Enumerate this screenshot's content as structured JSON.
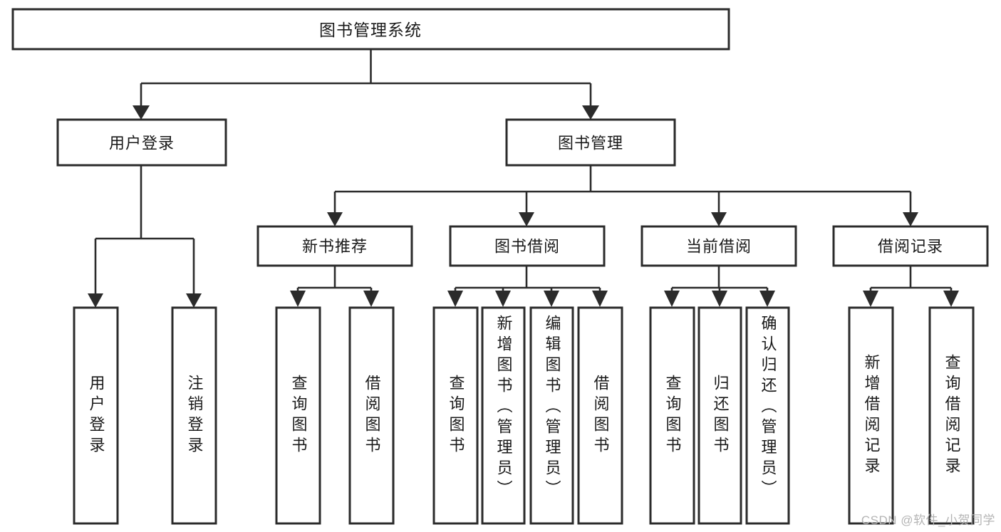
{
  "diagram": {
    "title": "图书管理系统",
    "type": "tree",
    "orientation": "top-down",
    "colors": {
      "box_fill": "#ffffff",
      "box_stroke": "#2b2b2b",
      "text": "#1a1a1a",
      "watermark": "#b4b4b4"
    },
    "levels": {
      "level1": [
        "图书管理系统"
      ],
      "level2": [
        "用户登录",
        "图书管理"
      ],
      "level3": [
        "新书推荐",
        "图书借阅",
        "当前借阅",
        "借阅记录"
      ],
      "level4": [
        "用户登录",
        "注销登录",
        "查询图书",
        "借阅图书",
        "查询图书",
        "新增图书（管理员）",
        "编辑图书（管理员）",
        "借阅图书",
        "查询图书",
        "归还图书",
        "确认归还（管理员）",
        "新增借阅记录",
        "查询借阅记录"
      ]
    },
    "nodes": {
      "root": {
        "label": "图书管理系统"
      },
      "user_login": {
        "label": "用户登录"
      },
      "book_manage": {
        "label": "图书管理"
      },
      "new_book_rec": {
        "label": "新书推荐"
      },
      "book_borrow": {
        "label": "图书借阅"
      },
      "current_borrow": {
        "label": "当前借阅"
      },
      "borrow_record": {
        "label": "借阅记录"
      },
      "leaf_user_login": {
        "label": "用户登录"
      },
      "leaf_logout": {
        "label": "注销登录"
      },
      "leaf_query_book_1": {
        "label": "查询图书"
      },
      "leaf_borrow_book_1": {
        "label": "借阅图书"
      },
      "leaf_query_book_2": {
        "label": "查询图书"
      },
      "leaf_add_book": {
        "label": "新增图书（管理员）"
      },
      "leaf_edit_book": {
        "label": "编辑图书（管理员）"
      },
      "leaf_borrow_book_2": {
        "label": "借阅图书"
      },
      "leaf_query_book_3": {
        "label": "查询图书"
      },
      "leaf_return_book": {
        "label": "归还图书"
      },
      "leaf_confirm_return": {
        "label": "确认归还（管理员）"
      },
      "leaf_add_record": {
        "label": "新增借阅记录"
      },
      "leaf_query_record": {
        "label": "查询借阅记录"
      }
    },
    "edges": [
      {
        "from": "root",
        "to": "user_login"
      },
      {
        "from": "root",
        "to": "book_manage"
      },
      {
        "from": "user_login",
        "to": "leaf_user_login"
      },
      {
        "from": "user_login",
        "to": "leaf_logout"
      },
      {
        "from": "book_manage",
        "to": "new_book_rec"
      },
      {
        "from": "book_manage",
        "to": "book_borrow"
      },
      {
        "from": "book_manage",
        "to": "current_borrow"
      },
      {
        "from": "book_manage",
        "to": "borrow_record"
      },
      {
        "from": "new_book_rec",
        "to": "leaf_query_book_1"
      },
      {
        "from": "new_book_rec",
        "to": "leaf_borrow_book_1"
      },
      {
        "from": "book_borrow",
        "to": "leaf_query_book_2"
      },
      {
        "from": "book_borrow",
        "to": "leaf_add_book"
      },
      {
        "from": "book_borrow",
        "to": "leaf_edit_book"
      },
      {
        "from": "book_borrow",
        "to": "leaf_borrow_book_2"
      },
      {
        "from": "current_borrow",
        "to": "leaf_query_book_3"
      },
      {
        "from": "current_borrow",
        "to": "leaf_return_book"
      },
      {
        "from": "current_borrow",
        "to": "leaf_confirm_return"
      },
      {
        "from": "borrow_record",
        "to": "leaf_add_record"
      },
      {
        "from": "borrow_record",
        "to": "leaf_query_record"
      }
    ]
  },
  "watermark": {
    "text": "CSDN @软件_小贺同学"
  }
}
